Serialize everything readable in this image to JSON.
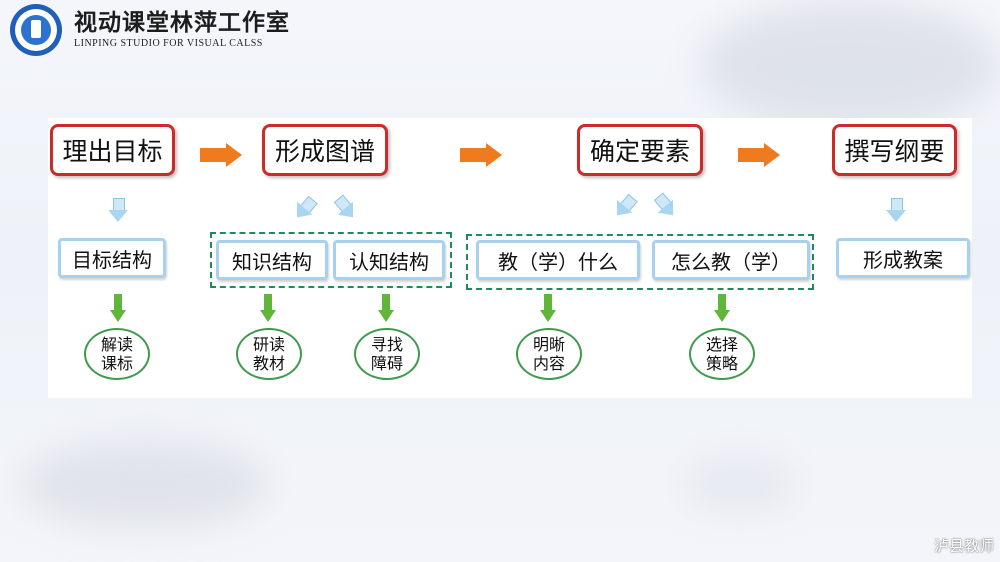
{
  "header": {
    "title": "视动课堂林萍工作室",
    "subtitle": "LINPING STUDIO FOR VISUAL CALSS"
  },
  "diagram": {
    "steps": [
      "理出目标",
      "形成图谱",
      "确定要素",
      "撰写纲要"
    ],
    "sub_boxes": {
      "goal_structure": "目标结构",
      "knowledge_structure": "知识结构",
      "cognitive_structure": "认知结构",
      "what_to_teach": "教（学）什么",
      "how_to_teach": "怎么教（学）",
      "lesson_plan": "形成教案"
    },
    "ovals": {
      "interpret_standards": "解读\n课标",
      "study_materials": "研读\n教材",
      "find_obstacles": "寻找\n障碍",
      "clarify_content": "明晰\n内容",
      "choose_strategy": "选择\n策略"
    }
  },
  "watermark": "泸县教师",
  "colors": {
    "step_border": "#cc2b2b",
    "flow_arrow": "#f07a1e",
    "sub_border": "#a8d1ef",
    "group_dash": "#1c8c5a",
    "leaf_arrow": "#5fb63a",
    "logo": "#1f5fb8"
  }
}
